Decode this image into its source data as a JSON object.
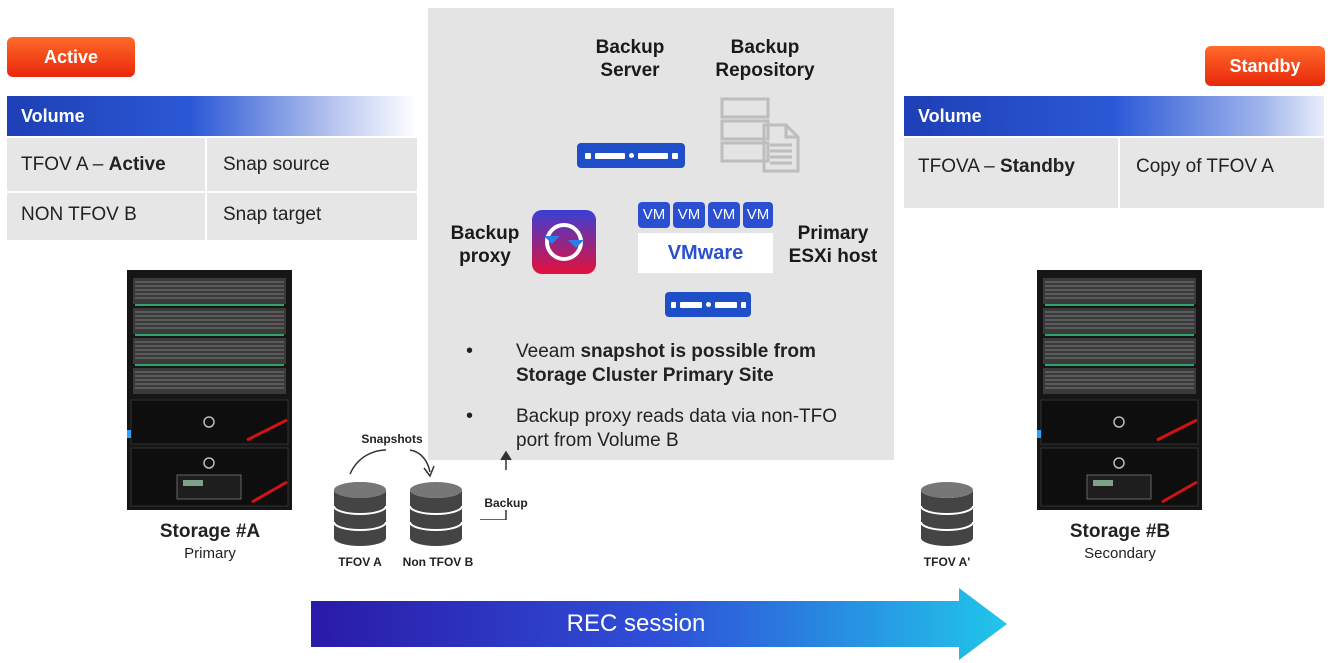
{
  "left": {
    "badge": "Active",
    "volume_header": "Volume",
    "rows": [
      {
        "name_plain": "TFOV A – ",
        "name_bold": "Active",
        "role": "Snap source"
      },
      {
        "name_plain": "NON TFOV B",
        "name_bold": "",
        "role": "Snap target"
      }
    ],
    "storage_title": "Storage #A",
    "storage_sub": "Primary"
  },
  "right": {
    "badge": "Standby",
    "volume_header": "Volume",
    "rows": [
      {
        "name_plain": "TFOVA – ",
        "name_bold": "Standby",
        "role": "Copy of TFOV A"
      }
    ],
    "storage_title": "Storage #B",
    "storage_sub": "Secondary"
  },
  "center": {
    "backup_server": "Backup\nServer",
    "backup_repository": "Backup\nRepository",
    "backup_proxy": "Backup\nproxy",
    "primary_esxi": "Primary\nESXi host",
    "vm_labels": [
      "VM",
      "VM",
      "VM",
      "VM"
    ],
    "vmware_label": "VMware",
    "bullets": [
      {
        "plain": "Veeam ",
        "bold": "snapshot is possible from Storage Cluster Primary Site",
        "rest": ""
      },
      {
        "plain": "Backup proxy reads data via non-TFO port from Volume B",
        "bold": "",
        "rest": ""
      }
    ],
    "bullet_symbol": "•"
  },
  "disks": {
    "snapshots_label": "Snapshots",
    "backup_label": "Backup",
    "tfov_a": "TFOV A",
    "non_tfov_b": "Non TFOV B",
    "tfov_a_prime": "TFOV A'"
  },
  "rec": {
    "label": "REC session"
  },
  "icons": {
    "server": "server-icon",
    "repository": "document-stack-icon",
    "proxy": "veeam-sync-icon",
    "disk": "database-disk-icon",
    "rack": "storage-rack-icon"
  },
  "colors": {
    "accent_blue": "#2b4fd1",
    "badge_orange": "#e8270a",
    "panel_gray": "#e4e4e4",
    "rec_start": "#2a1aa8",
    "rec_end": "#21c6ea"
  }
}
